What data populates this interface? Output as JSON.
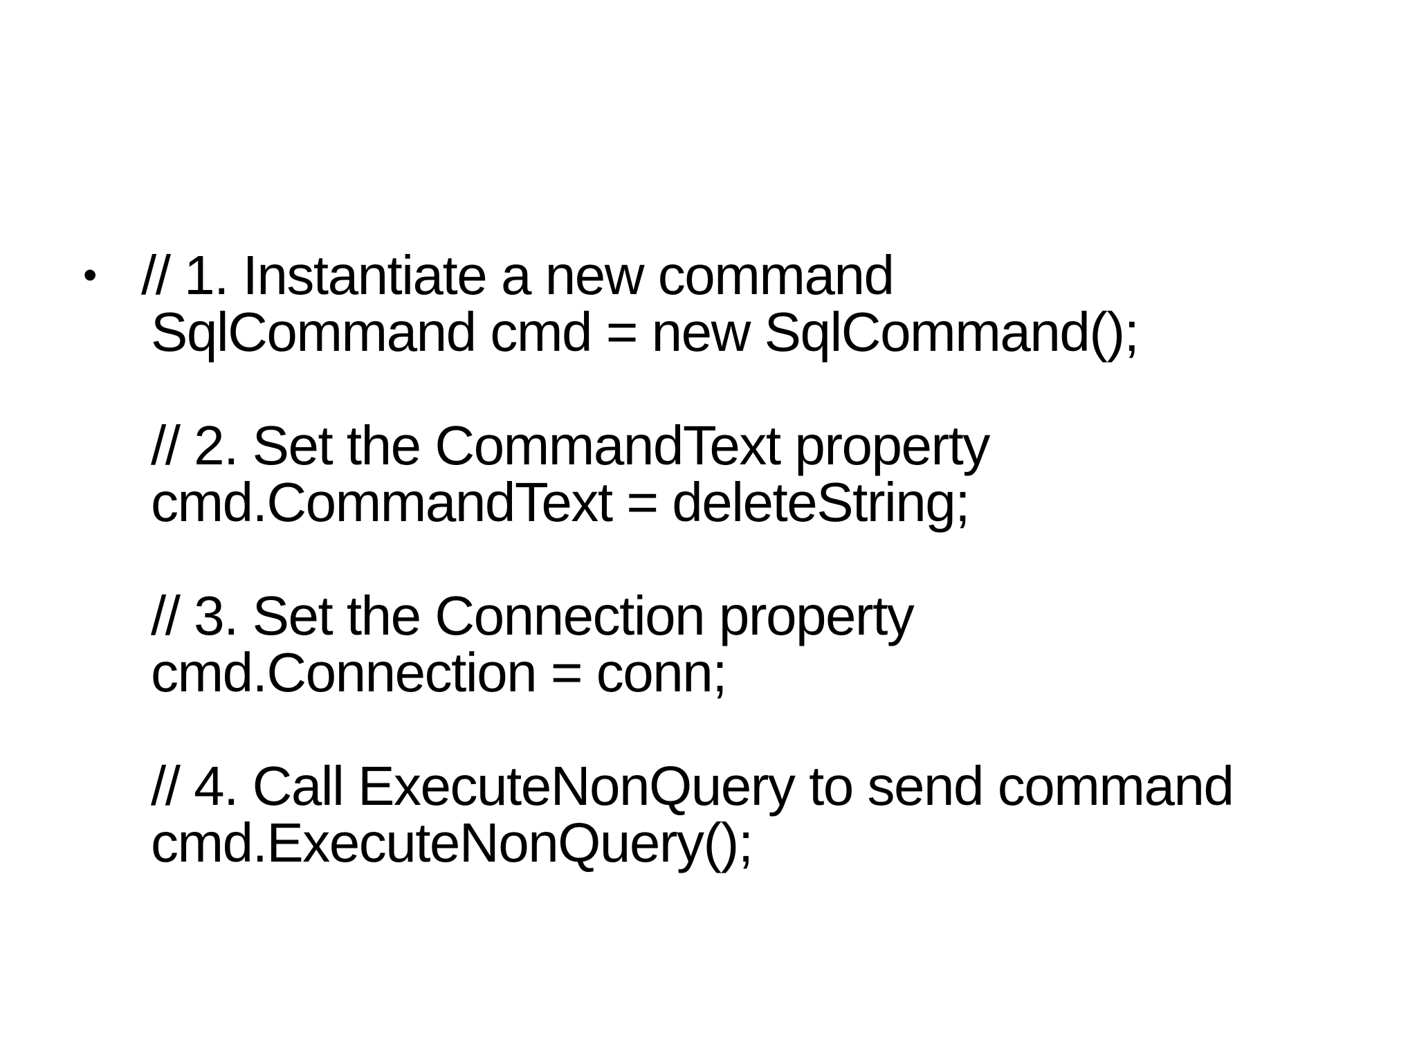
{
  "slide": {
    "background_color": "#ffffff",
    "text_color": "#000000",
    "bullet_char": "•",
    "blocks": [
      {
        "lines": [
          "// 1. Instantiate a new command",
          "SqlCommand cmd = new SqlCommand();"
        ]
      },
      {
        "lines": [
          "// 2. Set the CommandText property",
          "cmd.CommandText = deleteString;"
        ]
      },
      {
        "lines": [
          "// 3. Set the Connection property",
          "cmd.Connection = conn;"
        ]
      },
      {
        "lines": [
          "// 4. Call ExecuteNonQuery to send command",
          "cmd.ExecuteNonQuery();"
        ]
      }
    ]
  }
}
